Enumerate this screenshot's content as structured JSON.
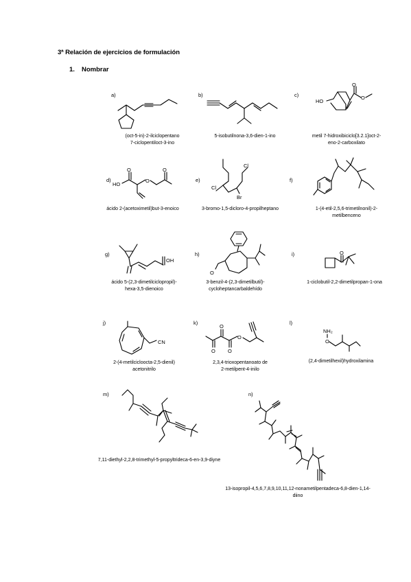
{
  "heading": "3ª Relación de ejercicios de formulación",
  "section": {
    "number": "1.",
    "title": "Nombrar"
  },
  "items": [
    {
      "letter": "a)",
      "lines": [
        "(oct-5-in)-2-ilciclopentano",
        "7-ciclopentiloct-3-ino"
      ]
    },
    {
      "letter": "b)",
      "lines": [
        "5-isobutilnona-3,6-dien-1-ino"
      ]
    },
    {
      "letter": "c)",
      "lines": [
        "metil 7-hidroxibiciclo[3.2.1]oct-2-",
        "eno-2-carboxilato"
      ]
    },
    {
      "letter": "d)",
      "lines": [
        "ácido 2-(acetoximetil)but-3-enoico"
      ]
    },
    {
      "letter": "e)",
      "lines": [
        "3-bromo-1,5-dicloro-4-propilheptano"
      ]
    },
    {
      "letter": "f)",
      "lines": [
        "1-(4-etil-2,5,6-trimetilnonil)-2-",
        "metilbenceno"
      ]
    },
    {
      "letter": "g)",
      "lines": [
        "ácido 5-(2,3-dimetilciclopropil)-",
        "hexa-3,5-dienoico"
      ]
    },
    {
      "letter": "h)",
      "lines": [
        "3-benzil-4-(2,3-dimetilbutil)-",
        "cycloheptancarbaldehído"
      ]
    },
    {
      "letter": "i)",
      "lines": [
        "1-ciclobutil-2,2-dimetilpropan-1-ona"
      ]
    },
    {
      "letter": "j)",
      "lines": [
        "2-(4-metilcicloocta-2,5-dienil)",
        "acetonitrilo"
      ]
    },
    {
      "letter": "k)",
      "lines": [
        "2,3,4-trioxopentanoato de",
        "2-metilpent-4-inilo"
      ]
    },
    {
      "letter": "l)",
      "lines": [
        "(2,4-dimetilhexil)hydroxilamina"
      ]
    },
    {
      "letter": "m)",
      "lines": [
        "7,11-diethyl-2,2,8-trimethyl-5-propyltrideca-6-en-3,9-diyne"
      ]
    },
    {
      "letter": "n)",
      "lines": [
        "13-isopropil-4,5,6,7,8,9,10,11,12-nonametilpentadeca-6,8-dien-1,14-",
        "diino"
      ]
    }
  ],
  "atoms": {
    "ho": "HO",
    "o": "O",
    "oh": "OH",
    "br": "Br",
    "cl": "Cl",
    "cn": "CN",
    "nh2": "NH₂"
  }
}
